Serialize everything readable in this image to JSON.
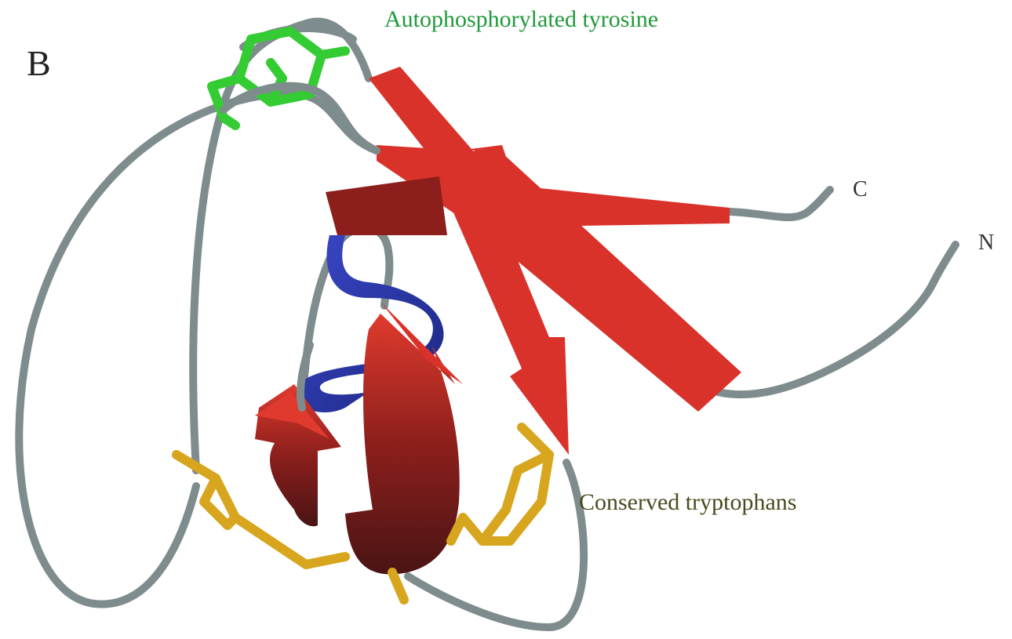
{
  "panel": {
    "letter": "B"
  },
  "labels": {
    "autophosphorylated_tyrosine": "Autophosphorylated tyrosine",
    "conserved_tryptophans": "Conserved tryptophans",
    "c_terminus": "C",
    "n_terminus": "N"
  },
  "colors": {
    "background": "#ffffff",
    "coil": "#7f8c8d",
    "beta_strand": "#d9322a",
    "beta_strand_shadow": "#6e1a1a",
    "helix": "#2f3eb0",
    "tyrosine": "#33cc33",
    "tryptophan": "#d8a51f",
    "tyrosine_label": "#1f9a3a",
    "tryptophan_label": "#4a4a1e"
  }
}
